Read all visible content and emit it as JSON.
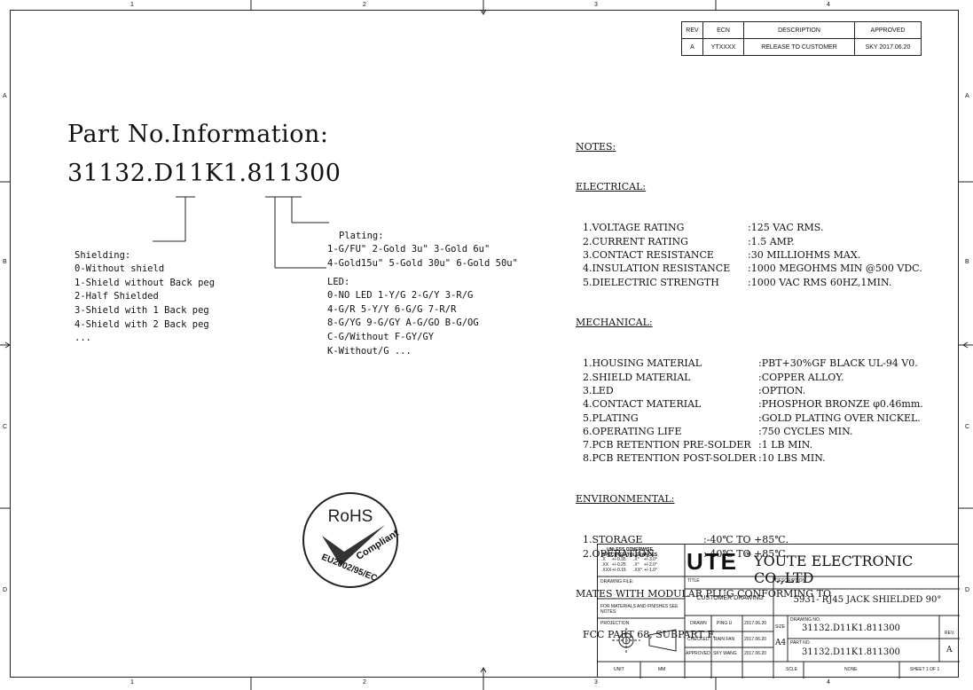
{
  "border": {
    "top_zones": [
      "1",
      "2",
      "3",
      "4"
    ],
    "bottom_zones": [
      "1",
      "2",
      "3",
      "4"
    ],
    "left_zones": [
      "A",
      "B",
      "C",
      "D"
    ],
    "right_zones": [
      "A",
      "B",
      "C",
      "D"
    ]
  },
  "revision_table": {
    "headers": [
      "REV",
      "ECN",
      "DESCRIPTION",
      "APPROVED"
    ],
    "row": [
      "A",
      "YTXXXX",
      "RELEASE TO CUSTOMER",
      "SKY 2017.06.20"
    ]
  },
  "part_info": {
    "heading": "Part No.Information:",
    "part_number": "31132.D11K1.811300"
  },
  "callouts": {
    "shielding": [
      "Shielding:",
      "0-Without shield",
      "1-Shield without Back peg",
      "2-Half Shielded",
      "3-Shield with 1 Back peg",
      "4-Shield with 2 Back peg",
      "..."
    ],
    "plating": [
      "Plating:",
      "1-G/FU\" 2-Gold 3u\" 3-Gold 6u\"",
      "4-Gold15u\" 5-Gold 30u\" 6-Gold 50u\""
    ],
    "led": [
      "LED:",
      "0-NO LED 1-Y/G 2-G/Y 3-R/G",
      "4-G/R 5-Y/Y 6-G/G 7-R/R",
      "8-G/YG 9-G/GY A-G/GO B-G/OG",
      "C-G/Without F-GY/GY",
      "K-Without/G ..."
    ]
  },
  "notes": {
    "title": "NOTES:",
    "electrical_title": "ELECTRICAL:",
    "electrical": [
      [
        "1.VOLTAGE RATING",
        ":125 VAC RMS."
      ],
      [
        "2.CURRENT RATING",
        ":1.5 AMP."
      ],
      [
        "3.CONTACT RESISTANCE",
        ":30 MILLIOHMS MAX."
      ],
      [
        "4.INSULATION RESISTANCE",
        ":1000 MEGOHMS MIN @500 VDC."
      ],
      [
        "5.DIELECTRIC STRENGTH",
        ":1000 VAC RMS 60HZ,1MIN."
      ]
    ],
    "mechanical_title": "MECHANICAL:",
    "mechanical": [
      [
        "1.HOUSING MATERIAL",
        ":PBT+30%GF BLACK UL-94 V0."
      ],
      [
        "2.SHIELD MATERIAL",
        ":COPPER ALLOY."
      ],
      [
        "3.LED",
        ":OPTION."
      ],
      [
        "4.CONTACT MATERIAL",
        ":PHOSPHOR BRONZE φ0.46mm."
      ],
      [
        "5.PLATING",
        ":GOLD PLATING OVER NICKEL."
      ],
      [
        "6.OPERATING LIFE",
        ":750 CYCLES MIN."
      ],
      [
        "7.PCB RETENTION PRE-SOLDER",
        ":1 LB MIN."
      ],
      [
        "8.PCB RETENTION POST-SOLDER",
        ":10 LBS MIN."
      ]
    ],
    "environmental_title": "ENVIRONMENTAL:",
    "environmental": [
      [
        "1.STORAGE",
        ":-40℃ TO +85℃."
      ],
      [
        "2.OPERATION",
        ":-40℃ TO +85℃."
      ]
    ],
    "mates_line1": "MATES WITH MODULAR PLUG CONFORMING TO",
    "mates_line2": "FCC PART 68, SUBPART F."
  },
  "rohs": {
    "top": "RoHS",
    "compliant": "Compliant",
    "directive": "EU2002/95/EC"
  },
  "title_block": {
    "tolerance_title": "UNLESS OTHERWISE SPECIFIED TOLERANCES",
    "tol_rows": [
      [
        ".X",
        "+/-0.35",
        ".X°",
        "+/-3.0°"
      ],
      [
        ".XX",
        "+/-0.25",
        ".X°",
        "+/-2.0°"
      ],
      [
        ".XXX",
        "+/-0.15",
        ".XX°",
        "+/-1.0°"
      ]
    ],
    "logo": "UTE",
    "logo_mark": "®",
    "company": "YOUTE ELECTRONIC CO.,LTD",
    "drawing_file_label": "DRAWING FILE:",
    "materials_note": "FOR MATERIALS AND FINISHES SEE NOTES",
    "title_label": "TITLE",
    "title_value": "CUSTOMER DRAWING",
    "description_label": "DESCRIPTION",
    "description_value": "5931- RJ45 JACK SHIELDED 90°",
    "projection_label": "PROJECTION",
    "drawn_label": "DRAWN",
    "drawn_by": "PING U",
    "drawn_date": "2017.06.20",
    "checked_label": "CHECKED",
    "checked_by": "RAIN FAN",
    "checked_date": "2017.06.20",
    "approved_label": "APPROVED",
    "approved_by": "SKY WANG",
    "approved_date": "2017.06.20",
    "size_label": "SIZE",
    "size_value": "A4",
    "drawing_no_label": "DRAWING NO.",
    "drawing_no": "31132.D11K1.811300",
    "part_no_label": "PART NO.",
    "part_no": "31132.D11K1.811300",
    "rev_label": "REV.",
    "rev_value": "A",
    "unit_label": "UNIT",
    "unit_value": "MM",
    "scale_label": "SCLE",
    "scale_value": "NONE",
    "sheet": "SHEET 1 OF 1"
  }
}
